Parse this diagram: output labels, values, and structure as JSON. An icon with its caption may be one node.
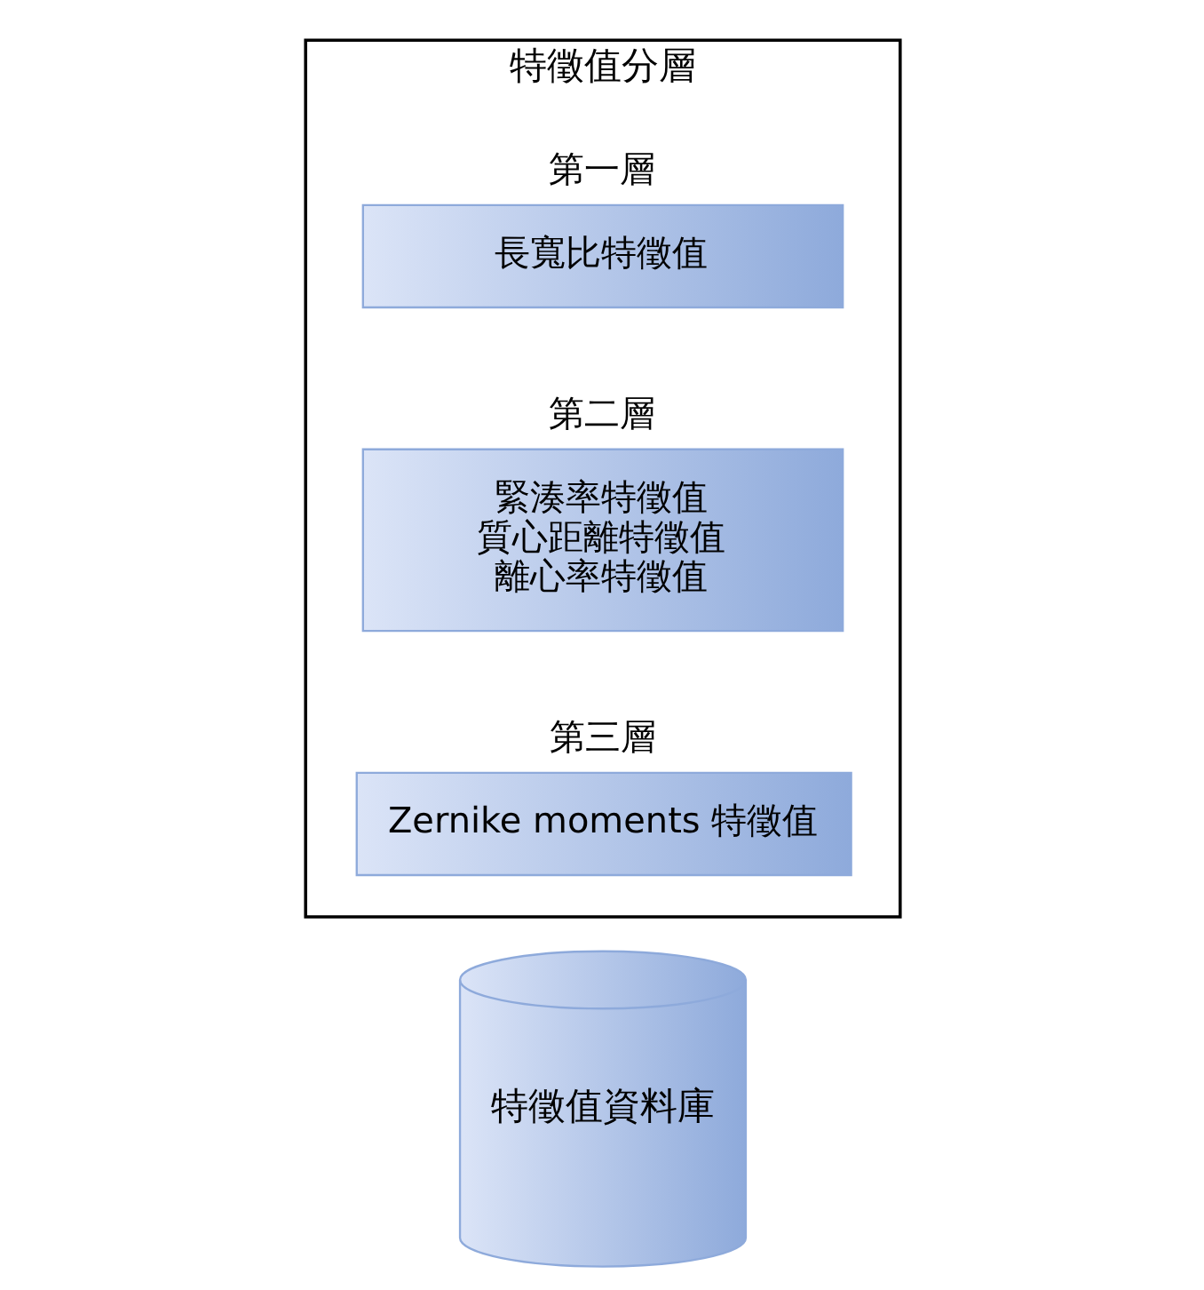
{
  "diagram": {
    "nodes": [
      {
        "text": [
          "特徵值資料庫"
        ]
      },
      {
        "text": [
          "特徵值分層"
        ]
      },
      {
        "text": [
          "第一層",
          "長寬比特徵值"
        ],
        "in": 1
      },
      {
        "text": [
          "第二層",
          "緊湊率特徵值",
          "質心距離特徵值",
          "離心率特徵值"
        ],
        "in": 1
      },
      {
        "text": [
          "第三層",
          "Zernike moments 特徵值"
        ],
        "in": 1
      }
    ]
  }
}
